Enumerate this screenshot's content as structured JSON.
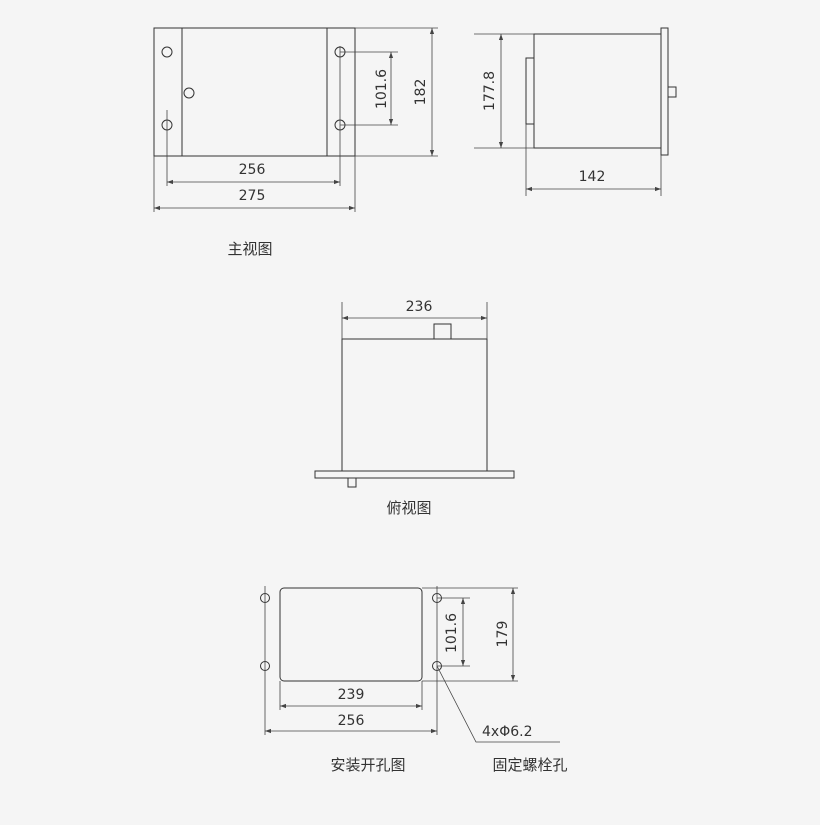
{
  "views": {
    "front": {
      "caption": "主视图",
      "dims": {
        "hole_spacing": "101.6",
        "height": "182",
        "hole_width": "256",
        "total_width": "275"
      }
    },
    "side": {
      "dims": {
        "height": "177.8",
        "depth": "142"
      }
    },
    "top": {
      "caption": "俯视图",
      "dims": {
        "width": "236"
      }
    },
    "cutout": {
      "caption": "安装开孔图",
      "dims": {
        "hole_spacing": "101.6",
        "height": "179",
        "cut_width": "239",
        "hole_width": "256"
      },
      "hole_callout": "4xΦ6.2",
      "hole_caption": "固定螺栓孔"
    }
  }
}
